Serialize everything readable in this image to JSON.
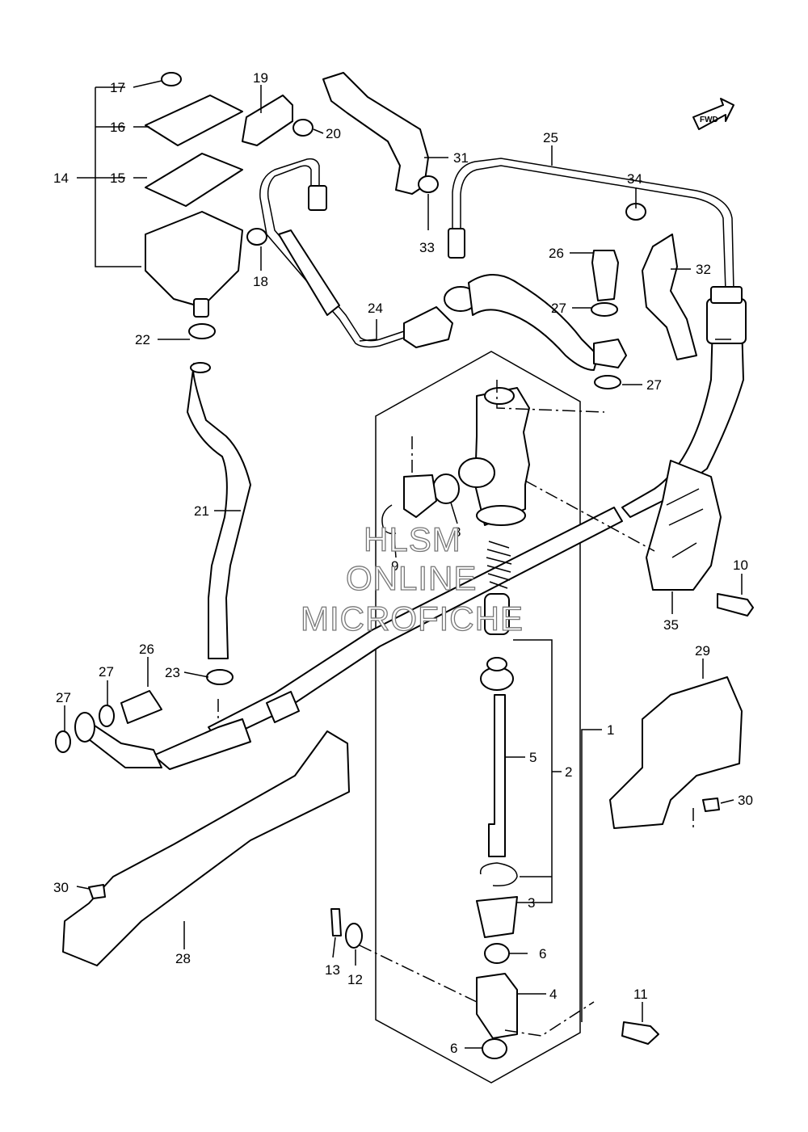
{
  "watermark": {
    "line1": "HLSM",
    "line2": "ONLINE",
    "line3": "MICROFICHE"
  },
  "fwd_label": "FWD",
  "callouts": {
    "c1": "1",
    "c2": "2",
    "c3": "3",
    "c4": "4",
    "c5": "5",
    "c6a": "6",
    "c6b": "6",
    "c8": "8",
    "c9": "9",
    "c10": "10",
    "c11": "11",
    "c12": "12",
    "c13": "13",
    "c14": "14",
    "c15": "15",
    "c16": "16",
    "c17": "17",
    "c18": "18",
    "c19": "19",
    "c20": "20",
    "c21": "21",
    "c22": "22",
    "c23": "23",
    "c24": "24",
    "c25": "25",
    "c26a": "26",
    "c26b": "26",
    "c27a": "27",
    "c27b": "27",
    "c27c": "27",
    "c27d": "27",
    "c28": "28",
    "c29": "29",
    "c30a": "30",
    "c30b": "30",
    "c31": "31",
    "c32": "32",
    "c33": "33",
    "c34": "34",
    "c35": "35"
  }
}
